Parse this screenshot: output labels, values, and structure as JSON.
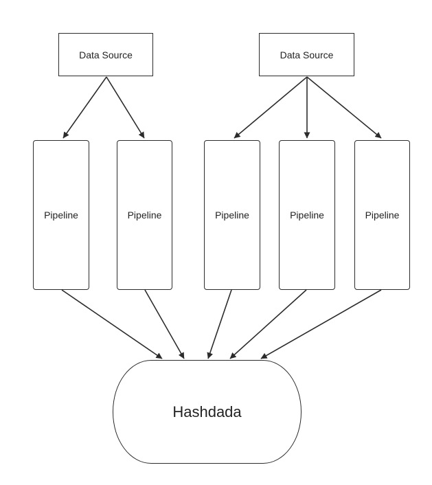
{
  "diagram": {
    "sources": [
      {
        "id": "source-1",
        "label": "Data Source"
      },
      {
        "id": "source-2",
        "label": "Data Source"
      }
    ],
    "pipelines": [
      {
        "id": "pipeline-1",
        "label": "Pipeline"
      },
      {
        "id": "pipeline-2",
        "label": "Pipeline"
      },
      {
        "id": "pipeline-3",
        "label": "Pipeline"
      },
      {
        "id": "pipeline-4",
        "label": "Pipeline"
      },
      {
        "id": "pipeline-5",
        "label": "Pipeline"
      }
    ],
    "store": {
      "id": "store",
      "label": "Hashdada"
    },
    "edges": [
      {
        "from": "source-1",
        "to": "pipeline-1"
      },
      {
        "from": "source-1",
        "to": "pipeline-2"
      },
      {
        "from": "source-2",
        "to": "pipeline-3"
      },
      {
        "from": "source-2",
        "to": "pipeline-4"
      },
      {
        "from": "source-2",
        "to": "pipeline-5"
      },
      {
        "from": "pipeline-1",
        "to": "store"
      },
      {
        "from": "pipeline-2",
        "to": "store"
      },
      {
        "from": "pipeline-3",
        "to": "store"
      },
      {
        "from": "pipeline-4",
        "to": "store"
      },
      {
        "from": "pipeline-5",
        "to": "store"
      }
    ],
    "colors": {
      "stroke": "#2b2b2b",
      "text": "#222222",
      "background": "#ffffff"
    }
  }
}
